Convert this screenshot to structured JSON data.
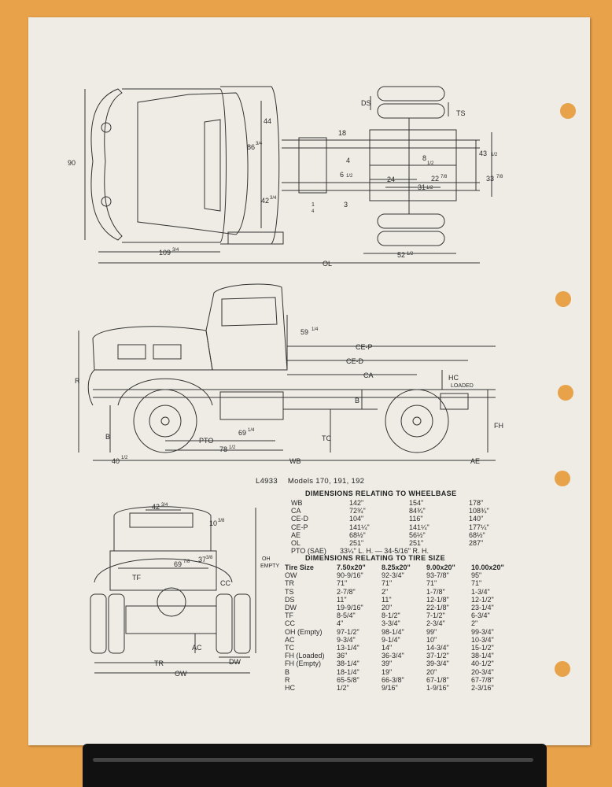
{
  "model_line": {
    "code": "L4933",
    "models": "Models 170, 191, 192"
  },
  "wheelbase_table": {
    "title": "DIMENSIONS RELATING TO WHEELBASE",
    "rows": [
      {
        "label": "WB",
        "v1": "142\"",
        "v2": "154\"",
        "v3": "178\""
      },
      {
        "label": "CA",
        "v1": "72¾\"",
        "v2": "84¾\"",
        "v3": "108¾\""
      },
      {
        "label": "CE-D",
        "v1": "104\"",
        "v2": "116\"",
        "v3": "140\""
      },
      {
        "label": "CE-P",
        "v1": "141¼\"",
        "v2": "141¼\"",
        "v3": "177¼\""
      },
      {
        "label": "AE",
        "v1": "68½\"",
        "v2": "56½\"",
        "v3": "68½\""
      },
      {
        "label": "OL",
        "v1": "251\"",
        "v2": "251\"",
        "v3": "287\""
      }
    ],
    "pto_label": "PTO (SAE)",
    "pto_value": "33¼\" L. H. — 34-5/16\" R. H."
  },
  "tire_table": {
    "title": "DIMENSIONS RELATING TO TIRE SIZE",
    "header": [
      "Tire Size",
      "7.50x20\"",
      "8.25x20\"",
      "9.00x20\"",
      "10.00x20\""
    ],
    "rows": [
      [
        "OW",
        "90-9/16\"",
        "92-3/4\"",
        "93-7/8\"",
        "95\""
      ],
      [
        "TR",
        "71\"",
        "71\"",
        "71\"",
        "71\""
      ],
      [
        "TS",
        "2-7/8\"",
        "2\"",
        "1-7/8\"",
        "1-3/4\""
      ],
      [
        "DS",
        "11\"",
        "11\"",
        "12-1/8\"",
        "12-1/2\""
      ],
      [
        "DW",
        "19-9/16\"",
        "20\"",
        "22-1/8\"",
        "23-1/4\""
      ],
      [
        "TF",
        "8-5/4\"",
        "8-1/2\"",
        "7-1/2\"",
        "6-3/4\""
      ],
      [
        "CC",
        "4\"",
        "3-3/4\"",
        "2-3/4\"",
        "2\""
      ],
      [
        "OH (Empty)",
        "97-1/2\"",
        "98-1/4\"",
        "99\"",
        "99-3/4\""
      ],
      [
        "AC",
        "9-3/4\"",
        "9-1/4\"",
        "10\"",
        "10-3/4\""
      ],
      [
        "TC",
        "13-1/4\"",
        "14\"",
        "14-3/4\"",
        "15-1/2\""
      ],
      [
        "FH (Loaded)",
        "36\"",
        "36-3/4\"",
        "37-1/2\"",
        "38-1/4\""
      ],
      [
        "FH (Empty)",
        "38-1/4\"",
        "39\"",
        "39-3/4\"",
        "40-1/2\""
      ],
      [
        "B",
        "18-1/4\"",
        "19\"",
        "20\"",
        "20-3/4\""
      ],
      [
        "R",
        "65-5/8\"",
        "66-3/8\"",
        "67-1/8\"",
        "67-7/8\""
      ],
      [
        "HC",
        "1/2\"",
        "9/16\"",
        "1-9/16\"",
        "2-3/16\""
      ]
    ]
  },
  "top_view_labels": {
    "d90": "90",
    "d44": "44",
    "d86": "86",
    "d86f": "3/4",
    "d42": "42",
    "d42f": "3/4",
    "d18": "18",
    "d4": "4",
    "d6": "6",
    "d6f": "1/2",
    "d1": "1",
    "d1f": "4",
    "d3": "3",
    "ds": "DS",
    "ts": "TS",
    "d8": "8",
    "d8f": "1/2",
    "d43": "43",
    "d43f": "1/2",
    "d33": "33",
    "d33f": "7/8",
    "d22": "22",
    "d22f": "7/8",
    "d24": "24",
    "d31": "31",
    "d31f": "1/2",
    "d109": "109",
    "d109f": "3/4",
    "d52": "52",
    "d52f": "1/2",
    "ol": "OL"
  },
  "side_view_labels": {
    "d59": "59",
    "d59f": "1/4",
    "cep": "CE-P",
    "ced": "CE-D",
    "ca": "CA",
    "hc": "HC",
    "loaded": "LOADED",
    "r": "R",
    "b": "B",
    "b2": "B",
    "tc": "TC",
    "fh": "FH",
    "pto": "PTO",
    "d69": "69",
    "d69f": "1/4",
    "d78": "78",
    "d78f": "1/2",
    "d40": "40",
    "d40f": "1/2",
    "wb": "WB",
    "ae": "AE"
  },
  "front_view_labels": {
    "d42": "42",
    "d42f": "3/4",
    "d10": "10",
    "d10f": "3/8",
    "d69": "69",
    "d69f": "7/8",
    "d37": "37",
    "d37f": "3/8",
    "oh": "OH",
    "empty": "EMPTY",
    "tf": "TF",
    "cc": "CC",
    "ac": "AC",
    "dw": "DW",
    "tr": "TR",
    "ow": "OW"
  }
}
